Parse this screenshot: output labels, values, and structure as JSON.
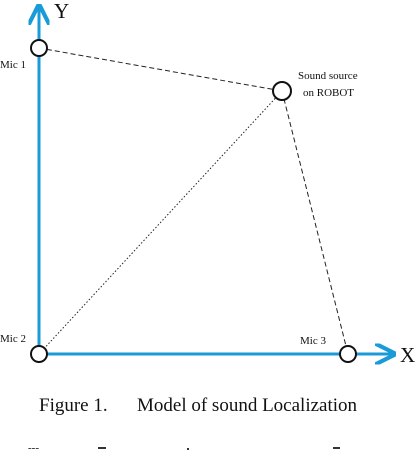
{
  "axes": {
    "x_label": "X",
    "y_label": "Y",
    "color": "#1a9bd7"
  },
  "nodes": {
    "mic1": "Mic 1",
    "mic2": "Mic 2",
    "mic3": "Mic 3",
    "source_line1": "Sound source",
    "source_line2": "on ROBOT"
  },
  "caption": {
    "number": "Figure 1.",
    "title": "Model of sound Localization"
  },
  "footer_fragment": "---"
}
